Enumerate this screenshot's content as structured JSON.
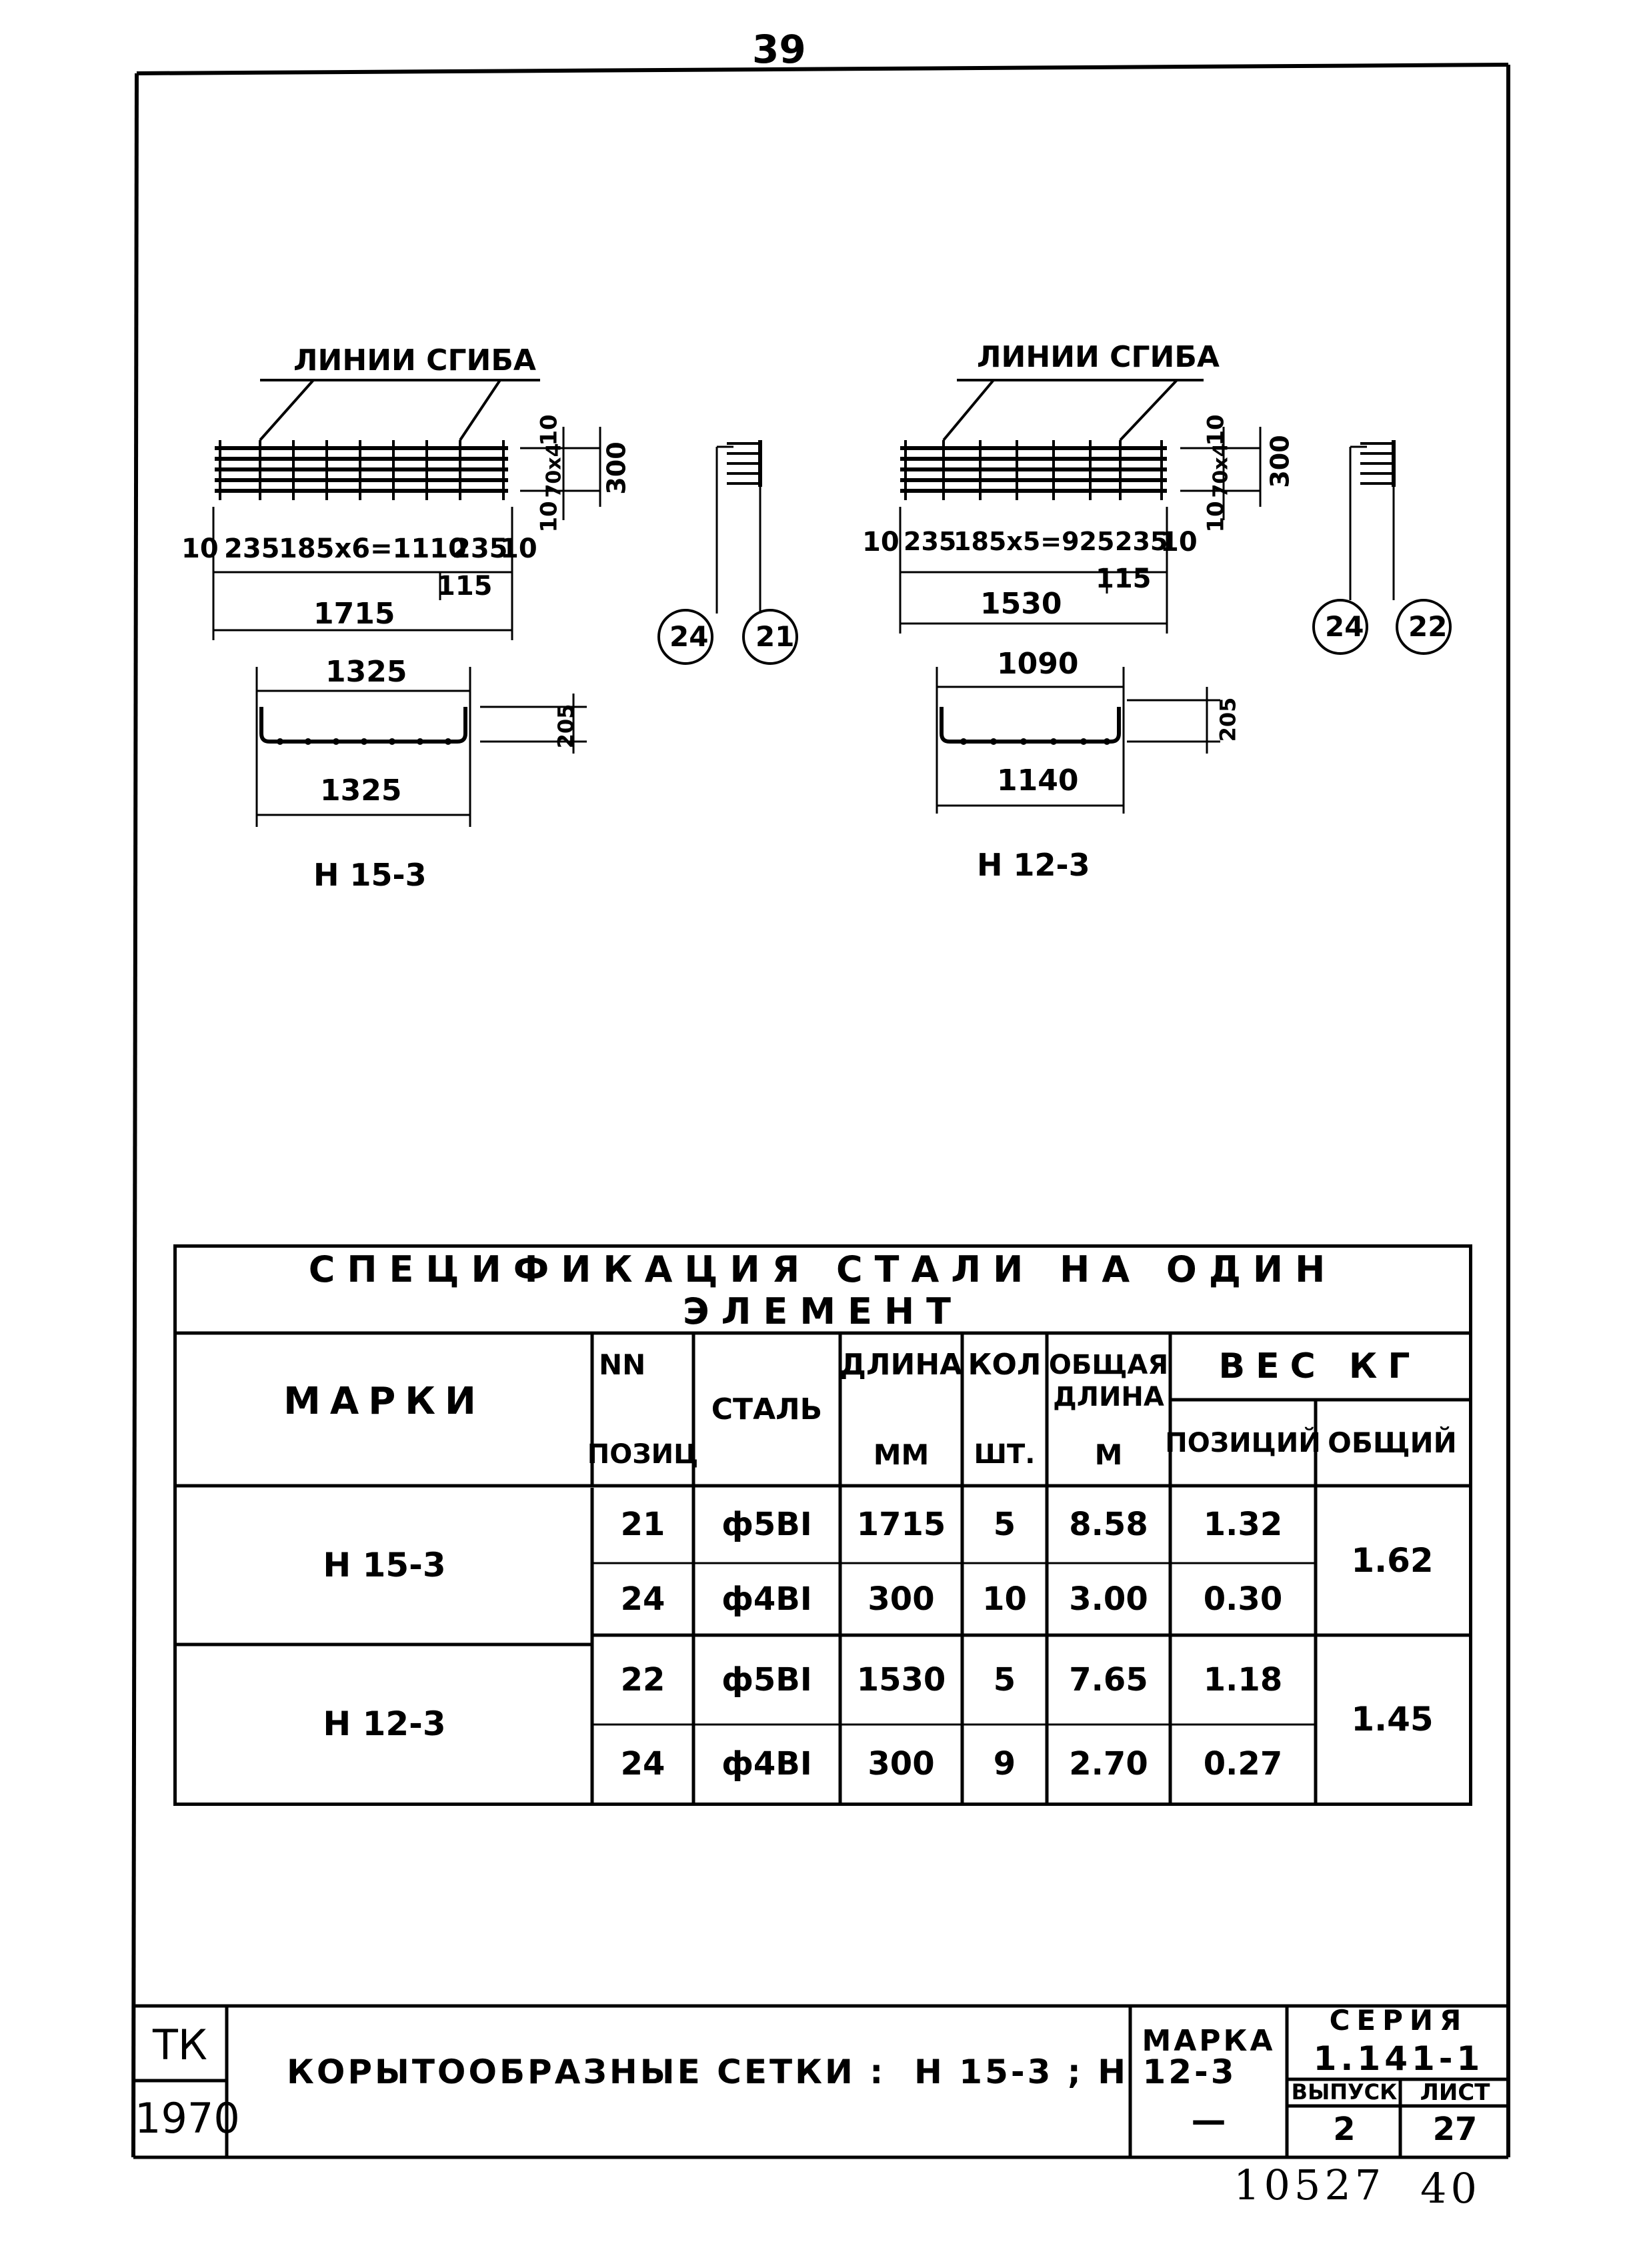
{
  "page_number": "39",
  "drawings": [
    {
      "id": "n15-3",
      "bend_label": "ЛИНИИ СГИБА",
      "dims_bottom": [
        "10",
        "235",
        "185x6=1110",
        "235",
        "10"
      ],
      "dim_115": "115",
      "overall_length": "1715",
      "dims_right": [
        "10",
        "70x4",
        "10",
        "300"
      ],
      "positions": [
        "24",
        "21"
      ],
      "trough_top": "1325",
      "trough_bottom": "1325",
      "trough_height": "205",
      "mark": "Н 15-3"
    },
    {
      "id": "n12-3",
      "bend_label": "ЛИНИИ СГИБА",
      "dims_bottom": [
        "10",
        "235",
        "185x5=925",
        "235",
        "10"
      ],
      "dim_115": "115",
      "overall_length": "1530",
      "dims_right": [
        "10",
        "70x4",
        "10",
        "300"
      ],
      "positions": [
        "24",
        "22"
      ],
      "trough_top": "1090",
      "trough_bottom": "1140",
      "trough_height": "205",
      "mark": "Н 12-3"
    }
  ],
  "spec_table": {
    "title": "СПЕЦИФИКАЦИЯ СТАЛИ НА ОДИН ЭЛЕМЕНТ",
    "headers": {
      "marks": "МАРКИ",
      "nn": "NN",
      "pozic": "ПОЗИЦ",
      "steel": "СТАЛЬ",
      "length": "ДЛИНА",
      "length_unit": "ММ",
      "qty": "КОЛ",
      "qty_unit": "ШТ.",
      "total_len": "ОБЩАЯ ДЛИНА",
      "total_len_unit": "М",
      "weight": "ВЕС КГ",
      "weight_pos": "ПОЗИЦИЙ",
      "weight_total": "ОБЩИЙ"
    },
    "groups": [
      {
        "mark": "Н 15-3",
        "total_weight": "1.62",
        "rows": [
          {
            "pos": "21",
            "steel": "ф5ВI",
            "length": "1715",
            "qty": "5",
            "total_len": "8.58",
            "weight": "1.32"
          },
          {
            "pos": "24",
            "steel": "ф4ВI",
            "length": "300",
            "qty": "10",
            "total_len": "3.00",
            "weight": "0.30"
          }
        ]
      },
      {
        "mark": "Н 12-3",
        "total_weight": "1.45",
        "rows": [
          {
            "pos": "22",
            "steel": "ф5ВI",
            "length": "1530",
            "qty": "5",
            "total_len": "7.65",
            "weight": "1.18"
          },
          {
            "pos": "24",
            "steel": "ф4ВI",
            "length": "300",
            "qty": "9",
            "total_len": "2.70",
            "weight": "0.27"
          }
        ]
      }
    ]
  },
  "title_block": {
    "org": "ТК",
    "year": "1970",
    "description": "КОРЫТООБРАЗНЫЕ СЕТКИ :  Н 15-3 ; Н 12-3",
    "marka_label": "МАРКА",
    "marka_value": "—",
    "series_label": "СЕРИЯ",
    "series_value": "1.141-1",
    "issue_label": "ВЫПУСК",
    "issue_value": "2",
    "sheet_label": "ЛИСТ",
    "sheet_value": "27"
  },
  "footer_numbers": {
    "left": "10527",
    "right": "40"
  }
}
